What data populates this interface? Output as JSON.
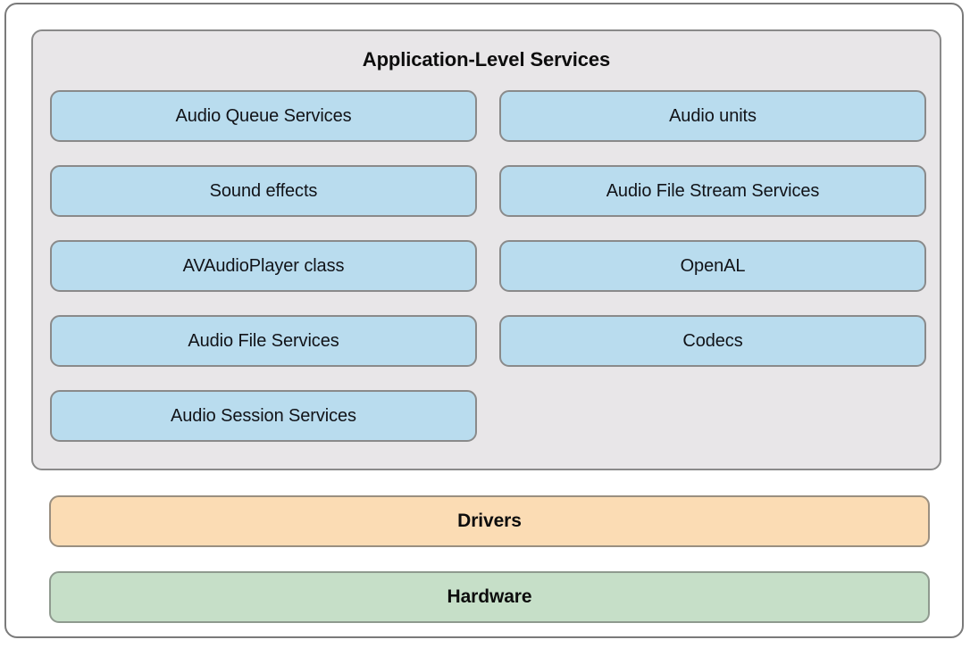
{
  "diagram": {
    "title": "Application-Level Services",
    "panel": {
      "title": "Application-Level Services",
      "background_color": "#e8e6e8",
      "border_color": "#8a8a8a"
    },
    "services": {
      "box_color": "#b9dcee",
      "border_color": "#8a8a8a",
      "left_column": [
        {
          "label": "Audio Queue Services"
        },
        {
          "label": "Sound effects"
        },
        {
          "label": "AVAudioPlayer class"
        },
        {
          "label": "Audio File Services"
        },
        {
          "label": "Audio Session Services"
        }
      ],
      "right_column": [
        {
          "label": "Audio units"
        },
        {
          "label": "Audio File Stream Services"
        },
        {
          "label": "OpenAL"
        },
        {
          "label": "Codecs"
        }
      ]
    },
    "layers": [
      {
        "label": "Drivers",
        "color": "#fbdcb4",
        "border_color": "#9a8f80"
      },
      {
        "label": "Hardware",
        "color": "#c6dfc8",
        "border_color": "#8f9a8f"
      }
    ]
  }
}
